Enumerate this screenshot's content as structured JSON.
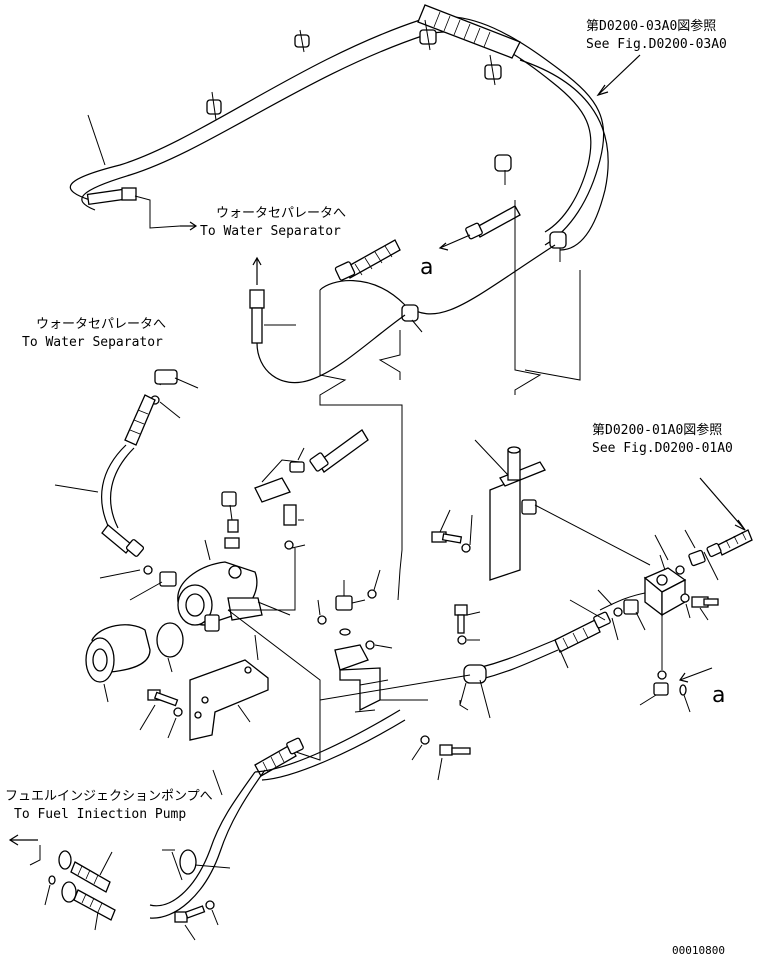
{
  "refs": {
    "ref_top": {
      "jp": "第D0200-03A0図参照",
      "en": "See Fig.D0200-03A0"
    },
    "ref_right": {
      "jp": "第D0200-01A0図参照",
      "en": "See Fig.D0200-01A0"
    }
  },
  "destinations": {
    "water_sep_top": {
      "jp": "ウォータセパレータへ",
      "en": "To Water Separator"
    },
    "water_sep_left": {
      "jp": "ウォータセパレータへ",
      "en": "To Water Separator"
    },
    "fuel_pump": {
      "jp": "フュエルインジェクションポンプへ",
      "en": "To Fuel Iniection Pump"
    }
  },
  "view_marks": {
    "upper": "a",
    "lower": "a"
  },
  "drawing_number": "00010800"
}
